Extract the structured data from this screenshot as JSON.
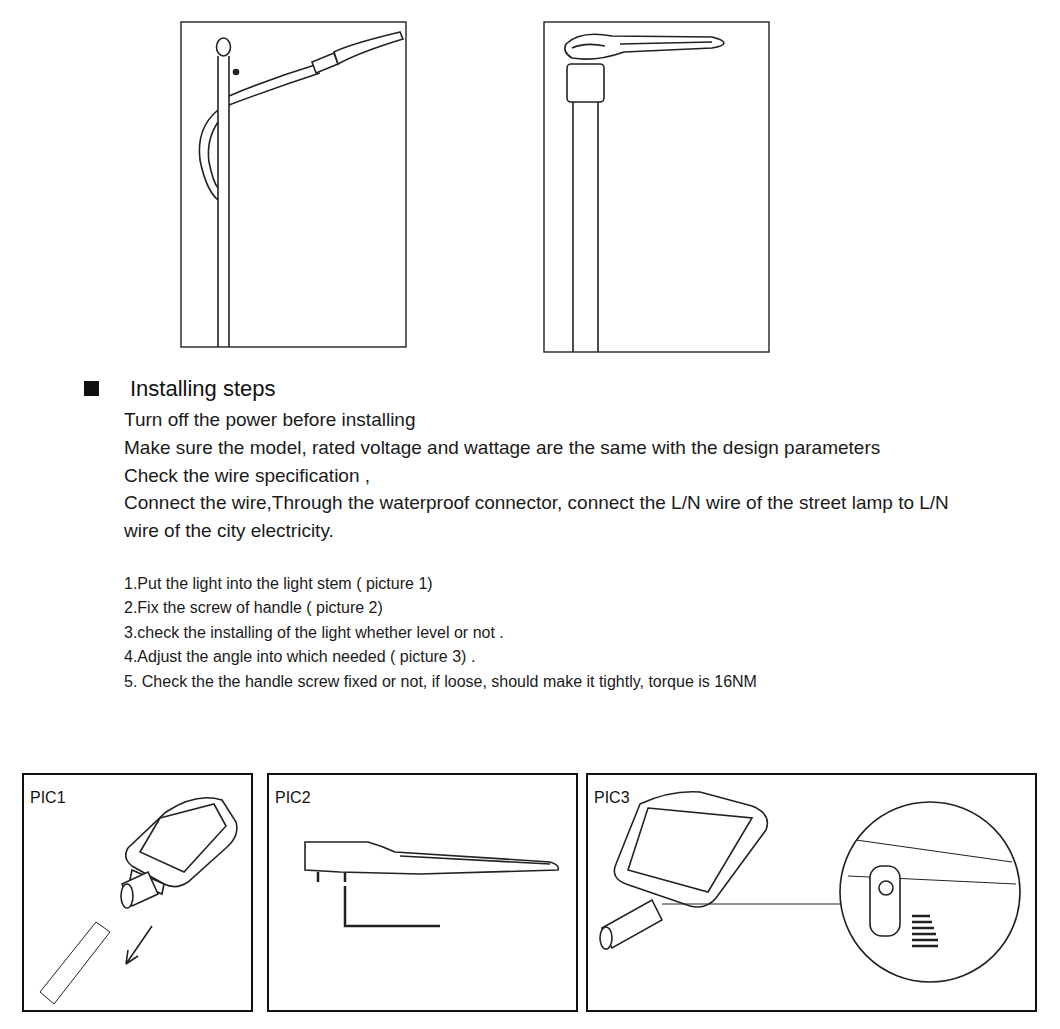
{
  "diagram": {
    "title": "Installing steps",
    "nodes": [
      {
        "text": [
          "PIC1"
        ]
      },
      {
        "text": [
          "PIC2"
        ]
      },
      {
        "text": [
          "PIC3"
        ]
      }
    ],
    "edges": [],
    "labels": [
      "Turn off the power before installing",
      "Make sure the model, rated voltage and wattage are the same with the design parameters",
      "Check the wire specification ,",
      "Connect the wire,Through the waterproof connector, connect the L/N wire of the street lamp to L/N wire of the city electricity.",
      "1.Put the light into the light stem  ( picture 1)",
      "2.Fix the screw of handle ( picture 2)",
      "3.check the installing of the light whether level or not .",
      "4.Adjust the angle into which needed ( picture 3) .",
      "5. Check the the handle screw fixed or not, if loose, should make it tightly, torque is 16NM"
    ]
  }
}
